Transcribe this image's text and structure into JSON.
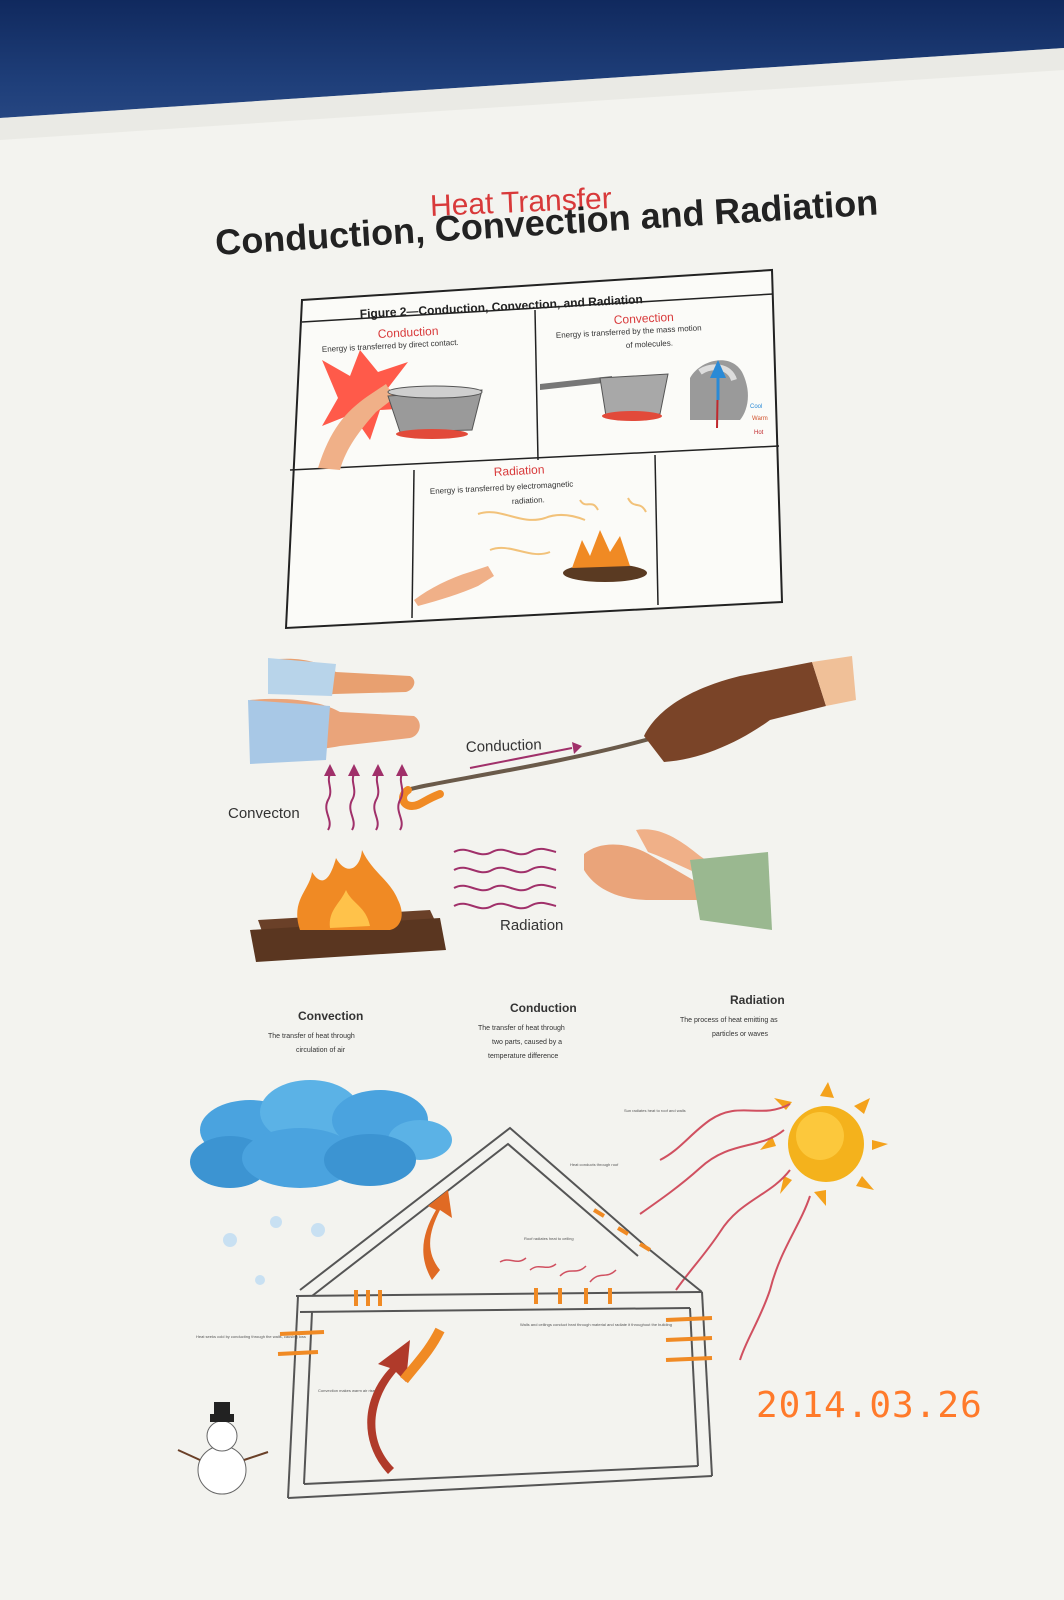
{
  "header": {
    "title": "Heat Transfer",
    "subtitle": "Conduction, Convection and Radiation"
  },
  "figure": {
    "caption": "Figure 2—Conduction, Convection, and Radiation",
    "conduction": {
      "heading": "Conduction",
      "desc": "Energy is transferred by direct contact."
    },
    "convection": {
      "heading": "Convection",
      "desc_line1": "Energy is transferred by the mass motion",
      "desc_line2": "of molecules.",
      "cool": "Cool",
      "warm": "Warm",
      "hot": "Hot"
    },
    "radiation": {
      "heading": "Radiation",
      "desc_line1": "Energy is transferred by electromagnetic",
      "desc_line2": "radiation."
    }
  },
  "middle_diagram": {
    "conduction": "Conduction",
    "convection": "Convecton",
    "radiation": "Radiation"
  },
  "definitions": {
    "convection": {
      "heading": "Convection",
      "line1": "The transfer of heat through",
      "line2": "circulation of air"
    },
    "conduction": {
      "heading": "Conduction",
      "line1": "The transfer of heat through",
      "line2": "two parts, caused by a",
      "line3": "temperature difference"
    },
    "radiation": {
      "heading": "Radiation",
      "line1": "The process of heat emitting as",
      "line2": "particles or waves"
    }
  },
  "house_notes": {
    "sun_radiates": "Sun radiates heat to roof and walls",
    "heat_conducts_roof": "Heat conducts through roof",
    "roof_radiates": "Roof radiates heat to ceiling",
    "walls_ceilings": "Walls and ceilings conduct heat through material and radiate it throughout the building",
    "heat_seeks_cold": "Heat seeks cold by conducting through the walls, causing loss",
    "convection_warm_air": "Convection makes warm air rise"
  },
  "photo_stamp": {
    "date": "2014.03.26"
  },
  "colors": {
    "background_blue": "#1f3f7a",
    "paper": "#f3f3ef",
    "title_red": "#d8393a",
    "flame_orange": "#f08a24",
    "date_orange": "#ff7a2a",
    "arrow_magenta": "#a0306a",
    "cloud_blue": "#4aa3df",
    "sun_yellow": "#f4b21c"
  }
}
